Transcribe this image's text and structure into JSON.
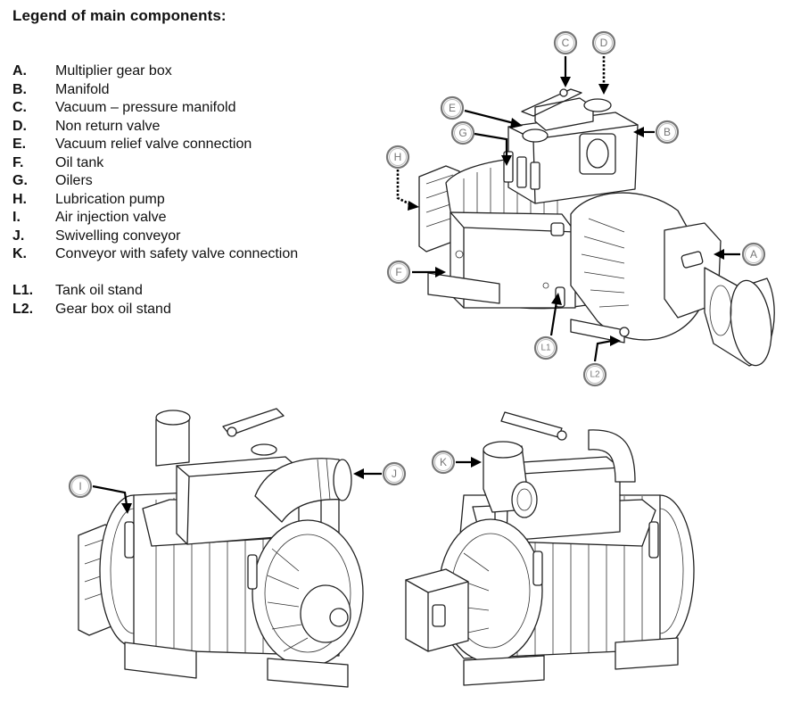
{
  "title": "Legend of main components:",
  "legend": [
    {
      "key": "A.",
      "text": "Multiplier gear box"
    },
    {
      "key": "B.",
      "text": "Manifold"
    },
    {
      "key": "C.",
      "text": "Vacuum – pressure manifold"
    },
    {
      "key": "D.",
      "text": "Non return valve"
    },
    {
      "key": "E.",
      "text": "Vacuum relief valve connection"
    },
    {
      "key": "F.",
      "text": "Oil tank"
    },
    {
      "key": "G.",
      "text": "Oilers"
    },
    {
      "key": "H.",
      "text": "Lubrication pump"
    },
    {
      "key": "I.",
      "text": "Air injection valve"
    },
    {
      "key": "J.",
      "text": "Swivelling conveyor"
    },
    {
      "key": "K.",
      "text": "Conveyor with safety valve connection"
    },
    {
      "key": "L1.",
      "text": "Tank oil stand"
    },
    {
      "key": "L2.",
      "text": "Gear box oil stand"
    }
  ],
  "callouts": {
    "A": "A",
    "B": "B",
    "C": "C",
    "D": "D",
    "E": "E",
    "F": "F",
    "G": "G",
    "H": "H",
    "I": "I",
    "J": "J",
    "K": "K",
    "L1": "L1",
    "L2": "L2"
  }
}
